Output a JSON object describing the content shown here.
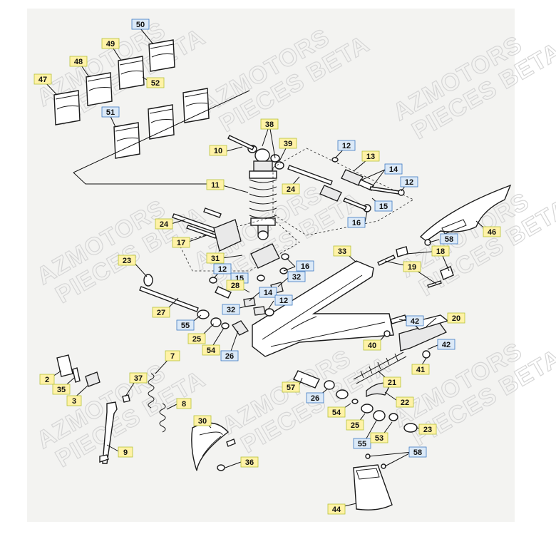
{
  "watermark": {
    "line1": "AZMOTORS",
    "line2": "PIECES BETA"
  },
  "callouts": [
    {
      "id": "50",
      "num": "50",
      "style": "blue"
    },
    {
      "id": "49",
      "num": "49",
      "style": "yellow"
    },
    {
      "id": "48",
      "num": "48",
      "style": "yellow"
    },
    {
      "id": "47",
      "num": "47",
      "style": "yellow"
    },
    {
      "id": "52",
      "num": "52",
      "style": "yellow"
    },
    {
      "id": "51",
      "num": "51",
      "style": "blue"
    },
    {
      "id": "38",
      "num": "38",
      "style": "yellow"
    },
    {
      "id": "10",
      "num": "10",
      "style": "yellow"
    },
    {
      "id": "39",
      "num": "39",
      "style": "yellow"
    },
    {
      "id": "12a",
      "num": "12",
      "style": "blue"
    },
    {
      "id": "13",
      "num": "13",
      "style": "yellow"
    },
    {
      "id": "14a",
      "num": "14",
      "style": "blue"
    },
    {
      "id": "12b",
      "num": "12",
      "style": "blue"
    },
    {
      "id": "11",
      "num": "11",
      "style": "yellow"
    },
    {
      "id": "24a",
      "num": "24",
      "style": "yellow"
    },
    {
      "id": "15a",
      "num": "15",
      "style": "blue"
    },
    {
      "id": "16a",
      "num": "16",
      "style": "blue"
    },
    {
      "id": "46",
      "num": "46",
      "style": "yellow"
    },
    {
      "id": "24b",
      "num": "24",
      "style": "yellow"
    },
    {
      "id": "58a",
      "num": "58",
      "style": "blue"
    },
    {
      "id": "17",
      "num": "17",
      "style": "yellow"
    },
    {
      "id": "18",
      "num": "18",
      "style": "yellow"
    },
    {
      "id": "33",
      "num": "33",
      "style": "yellow"
    },
    {
      "id": "31",
      "num": "31",
      "style": "yellow"
    },
    {
      "id": "16b",
      "num": "16",
      "style": "blue"
    },
    {
      "id": "23a",
      "num": "23",
      "style": "yellow"
    },
    {
      "id": "12c",
      "num": "12",
      "style": "blue"
    },
    {
      "id": "15b",
      "num": "15",
      "style": "blue"
    },
    {
      "id": "32a",
      "num": "32",
      "style": "blue"
    },
    {
      "id": "19",
      "num": "19",
      "style": "yellow"
    },
    {
      "id": "28",
      "num": "28",
      "style": "yellow"
    },
    {
      "id": "14b",
      "num": "14",
      "style": "blue"
    },
    {
      "id": "12d",
      "num": "12",
      "style": "blue"
    },
    {
      "id": "27",
      "num": "27",
      "style": "yellow"
    },
    {
      "id": "32b",
      "num": "32",
      "style": "blue"
    },
    {
      "id": "42a",
      "num": "42",
      "style": "blue"
    },
    {
      "id": "20",
      "num": "20",
      "style": "yellow"
    },
    {
      "id": "55a",
      "num": "55",
      "style": "blue"
    },
    {
      "id": "25a",
      "num": "25",
      "style": "yellow"
    },
    {
      "id": "40",
      "num": "40",
      "style": "yellow"
    },
    {
      "id": "42b",
      "num": "42",
      "style": "blue"
    },
    {
      "id": "54a",
      "num": "54",
      "style": "yellow"
    },
    {
      "id": "26a",
      "num": "26",
      "style": "blue"
    },
    {
      "id": "41",
      "num": "41",
      "style": "yellow"
    },
    {
      "id": "7",
      "num": "7",
      "style": "yellow"
    },
    {
      "id": "21",
      "num": "21",
      "style": "yellow"
    },
    {
      "id": "2",
      "num": "2",
      "style": "yellow"
    },
    {
      "id": "37",
      "num": "37",
      "style": "yellow"
    },
    {
      "id": "35",
      "num": "35",
      "style": "yellow"
    },
    {
      "id": "57",
      "num": "57",
      "style": "yellow"
    },
    {
      "id": "3",
      "num": "3",
      "style": "yellow"
    },
    {
      "id": "26b",
      "num": "26",
      "style": "blue"
    },
    {
      "id": "22",
      "num": "22",
      "style": "yellow"
    },
    {
      "id": "8",
      "num": "8",
      "style": "yellow"
    },
    {
      "id": "54b",
      "num": "54",
      "style": "yellow"
    },
    {
      "id": "30",
      "num": "30",
      "style": "yellow"
    },
    {
      "id": "25b",
      "num": "25",
      "style": "yellow"
    },
    {
      "id": "23b",
      "num": "23",
      "style": "yellow"
    },
    {
      "id": "55b",
      "num": "55",
      "style": "blue"
    },
    {
      "id": "53",
      "num": "53",
      "style": "yellow"
    },
    {
      "id": "9",
      "num": "9",
      "style": "yellow"
    },
    {
      "id": "58b",
      "num": "58",
      "style": "blue"
    },
    {
      "id": "36",
      "num": "36",
      "style": "yellow"
    },
    {
      "id": "44",
      "num": "44",
      "style": "yellow"
    }
  ],
  "colors": {
    "label_yellow": "#fff2a6",
    "label_blue": "#dbe9f7",
    "blue_border": "#3d7ac2"
  }
}
